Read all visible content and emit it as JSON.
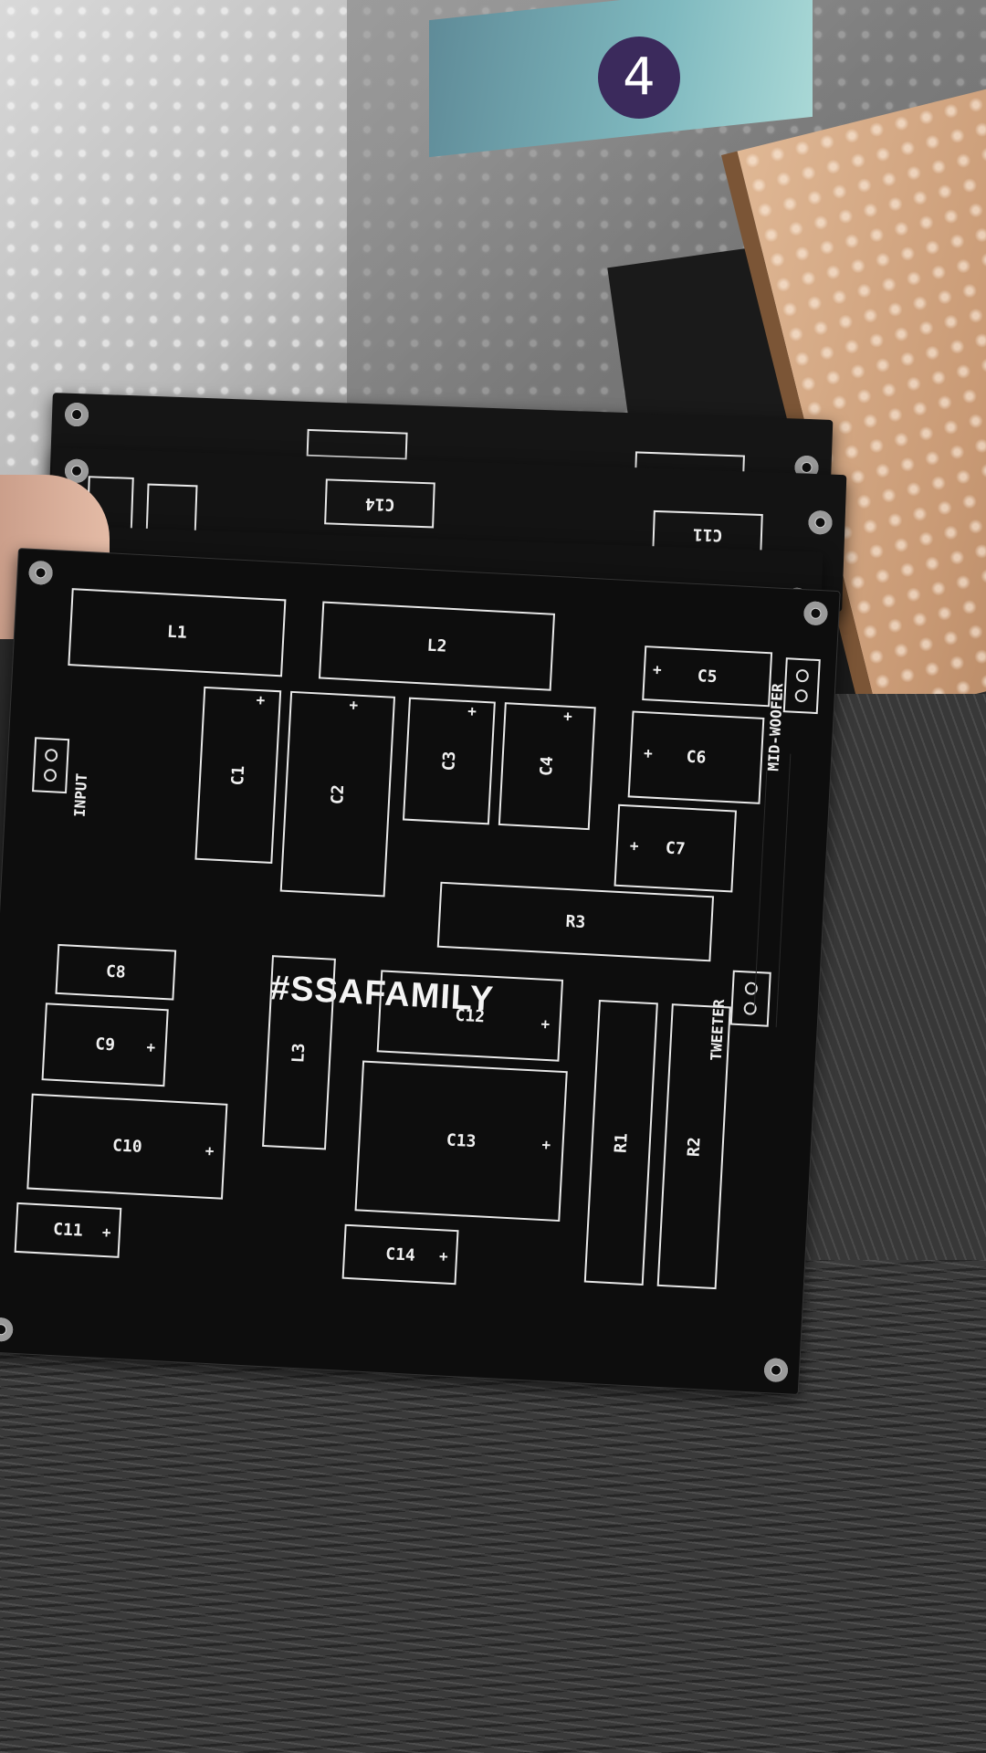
{
  "background": {
    "toy_box_number": "4"
  },
  "back_boards": [
    {
      "labels": [
        "C11"
      ]
    },
    {
      "labels": [
        "C14",
        "C11"
      ]
    }
  ],
  "board": {
    "brand": "#SSAFAMILY",
    "connectors": {
      "input": "INPUT",
      "mid_woofer": "MID-WOOFER",
      "tweeter": "TWEETER"
    },
    "components": {
      "L1": "L1",
      "L2": "L2",
      "L3": "L3",
      "C1": "C1",
      "C2": "C2",
      "C3": "C3",
      "C4": "C4",
      "C5": "C5",
      "C6": "C6",
      "C7": "C7",
      "C8": "C8",
      "C9": "C9",
      "C10": "C10",
      "C11": "C11",
      "C12": "C12",
      "C13": "C13",
      "C14": "C14",
      "R1": "R1",
      "R2": "R2",
      "R3": "R3"
    },
    "polarity_mark": "+"
  },
  "colors": {
    "board": "#0d0d0d",
    "silkscreen": "#e8e8e8",
    "fabric": "#3a3a3a",
    "cardboard": "#c99a75"
  }
}
